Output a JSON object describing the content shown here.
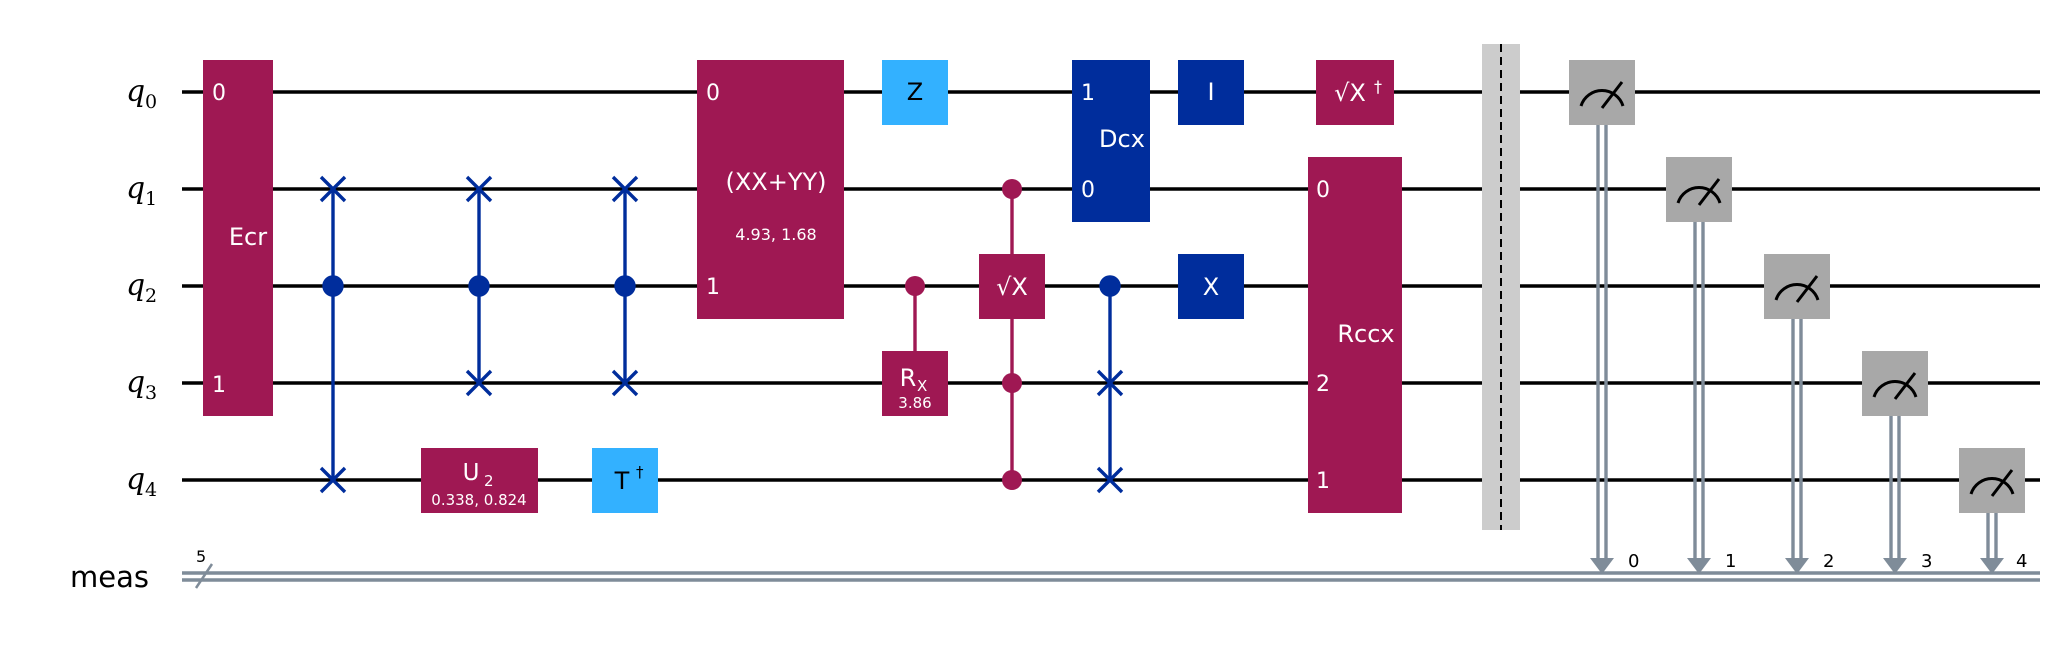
{
  "colors": {
    "magenta": "#9f1853",
    "blue_dark": "#002d9c",
    "blue_light": "#33b1ff",
    "gray_meas": "#a8a8a8",
    "gray_barrier": "#cccccc",
    "classical_wire": "#7f8c99"
  },
  "qubits": [
    {
      "name": "q",
      "index": "0"
    },
    {
      "name": "q",
      "index": "1"
    },
    {
      "name": "q",
      "index": "2"
    },
    {
      "name": "q",
      "index": "3"
    },
    {
      "name": "q",
      "index": "4"
    }
  ],
  "classical_register": {
    "name": "meas",
    "size": "5"
  },
  "gates": {
    "ecr": {
      "label": "Ecr",
      "port_top": "0",
      "port_bottom": "1"
    },
    "xx_plus_yy": {
      "label": "(XX+YY)",
      "params": "4.93, 1.68",
      "port_top": "0",
      "port_bottom": "1"
    },
    "z": {
      "label": "Z"
    },
    "rx": {
      "label": "R",
      "sub": "X",
      "param": "3.86"
    },
    "sqrt_x": {
      "label": "√X"
    },
    "u2": {
      "label": "U",
      "sub": "2",
      "params": "0.338, 0.824"
    },
    "t_dg": {
      "label": "T",
      "sup": "†"
    },
    "dcx": {
      "label": "Dcx",
      "port_top": "1",
      "port_bottom": "0"
    },
    "id": {
      "label": "I"
    },
    "x": {
      "label": "X"
    },
    "sxdg": {
      "label": "√X",
      "sup": "†"
    },
    "rccx": {
      "label": "Rccx",
      "port_q1": "0",
      "port_q3": "2",
      "port_q4": "1"
    }
  },
  "measure_labels": [
    "0",
    "1",
    "2",
    "3",
    "4"
  ]
}
